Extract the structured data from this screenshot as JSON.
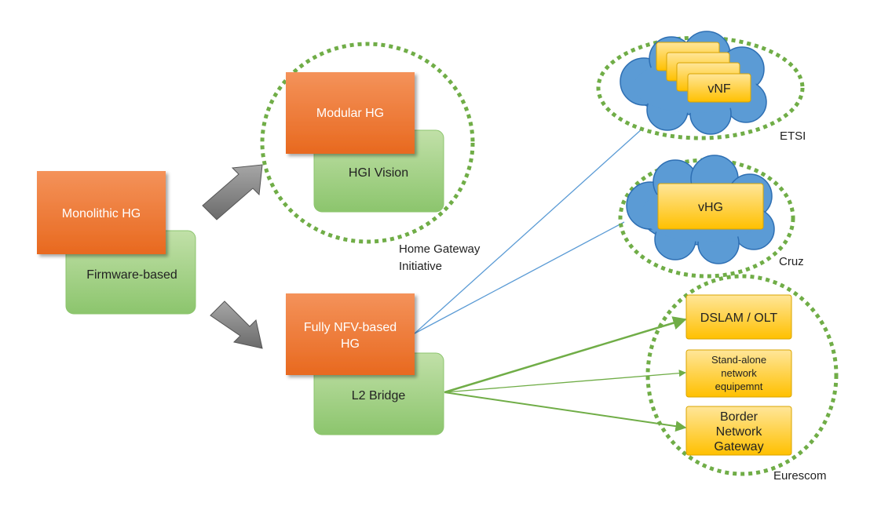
{
  "colors": {
    "orange_top": "#f4925a",
    "orange_bottom": "#e8691f",
    "green_top": "#c1e0a8",
    "green_bottom": "#8cc56d",
    "green_dash": "#70ad47",
    "yellow": "#ffd966",
    "yellow_border": "#d9a400",
    "cloud": "#5b9bd5",
    "cloud_border": "#2e6fb3",
    "blue_line": "#5b9bd5",
    "arrow_gray": "#808080"
  },
  "nodes": {
    "monolithic": "Monolithic HG",
    "firmware": "Firmware-based",
    "modular": "Modular HG",
    "hgi_vision": "HGI Vision",
    "nfv_line1": "Fully NFV-based",
    "nfv_line2": "HG",
    "l2_bridge": "L2 Bridge",
    "vnf": "vNF",
    "vhg": "vHG",
    "dslam": "DSLAM / OLT",
    "standalone_line1": "Stand-alone",
    "standalone_line2": "network",
    "standalone_line3": "equipemnt",
    "border_line1": "Border",
    "border_line2": "Network",
    "border_line3": "Gateway"
  },
  "labels": {
    "hgi_line1": "Home Gateway",
    "hgi_line2": "Initiative",
    "etsi": "ETSI",
    "cruz": "Cruz",
    "eurescom": "Eurescom"
  }
}
